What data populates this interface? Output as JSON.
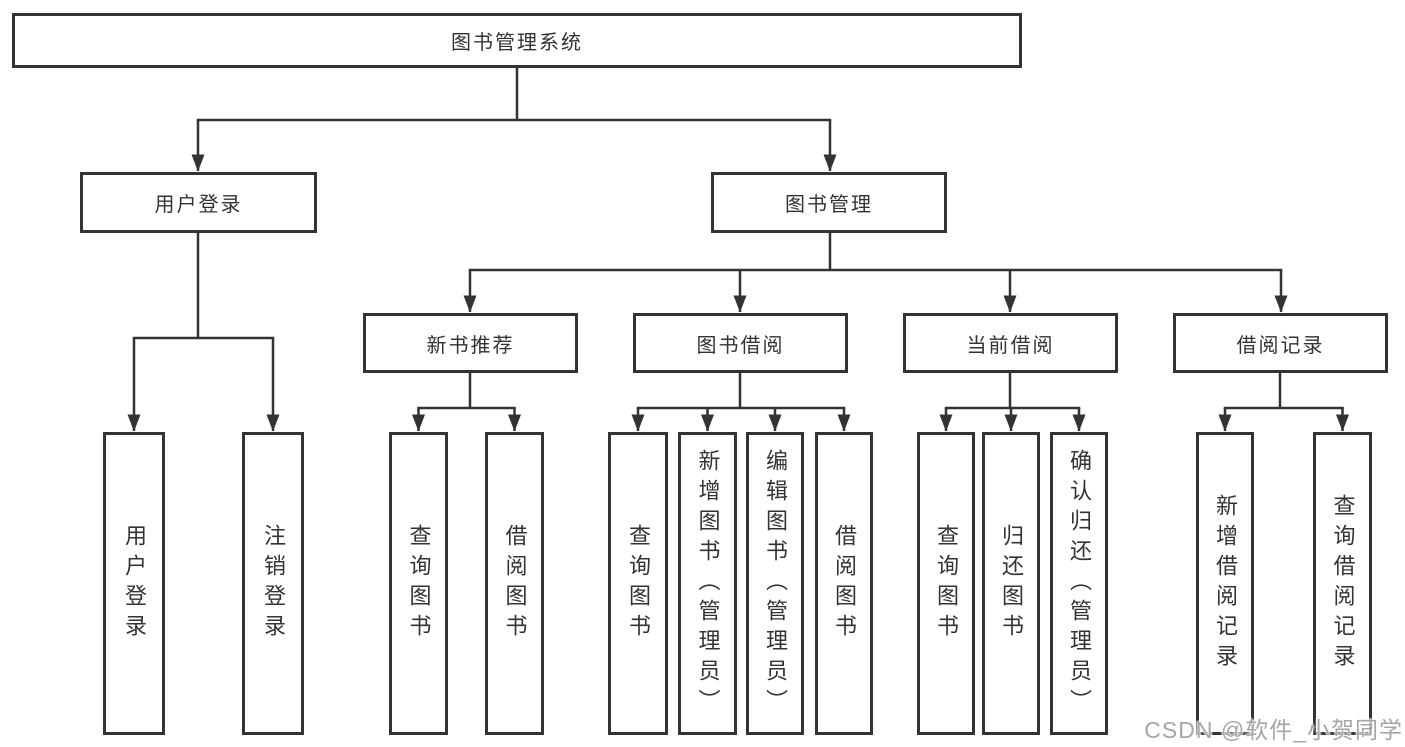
{
  "diagram": {
    "root": {
      "label": "图书管理系统"
    },
    "branches": {
      "user_login": {
        "label": "用户登录",
        "children": [
          {
            "label": "用户登录"
          },
          {
            "label": "注销登录"
          }
        ]
      },
      "book_management": {
        "label": "图书管理",
        "sections": [
          {
            "label": "新书推荐",
            "children": [
              {
                "label": "查询图书"
              },
              {
                "label": "借阅图书"
              }
            ]
          },
          {
            "label": "图书借阅",
            "children": [
              {
                "label": "查询图书"
              },
              {
                "label": "新增图书（管理员）"
              },
              {
                "label": "编辑图书（管理员）"
              },
              {
                "label": "借阅图书"
              }
            ]
          },
          {
            "label": "当前借阅",
            "children": [
              {
                "label": "查询图书"
              },
              {
                "label": "归还图书"
              },
              {
                "label": "确认归还（管理员）"
              }
            ]
          },
          {
            "label": "借阅记录",
            "children": [
              {
                "label": "新增借阅记录"
              },
              {
                "label": "查询借阅记录"
              }
            ]
          }
        ]
      }
    },
    "watermark": "CSDN @软件_小贺同学",
    "colors": {
      "line": "#333333",
      "text": "#333333",
      "watermark": "#a6a6a6",
      "background": "#ffffff"
    }
  }
}
